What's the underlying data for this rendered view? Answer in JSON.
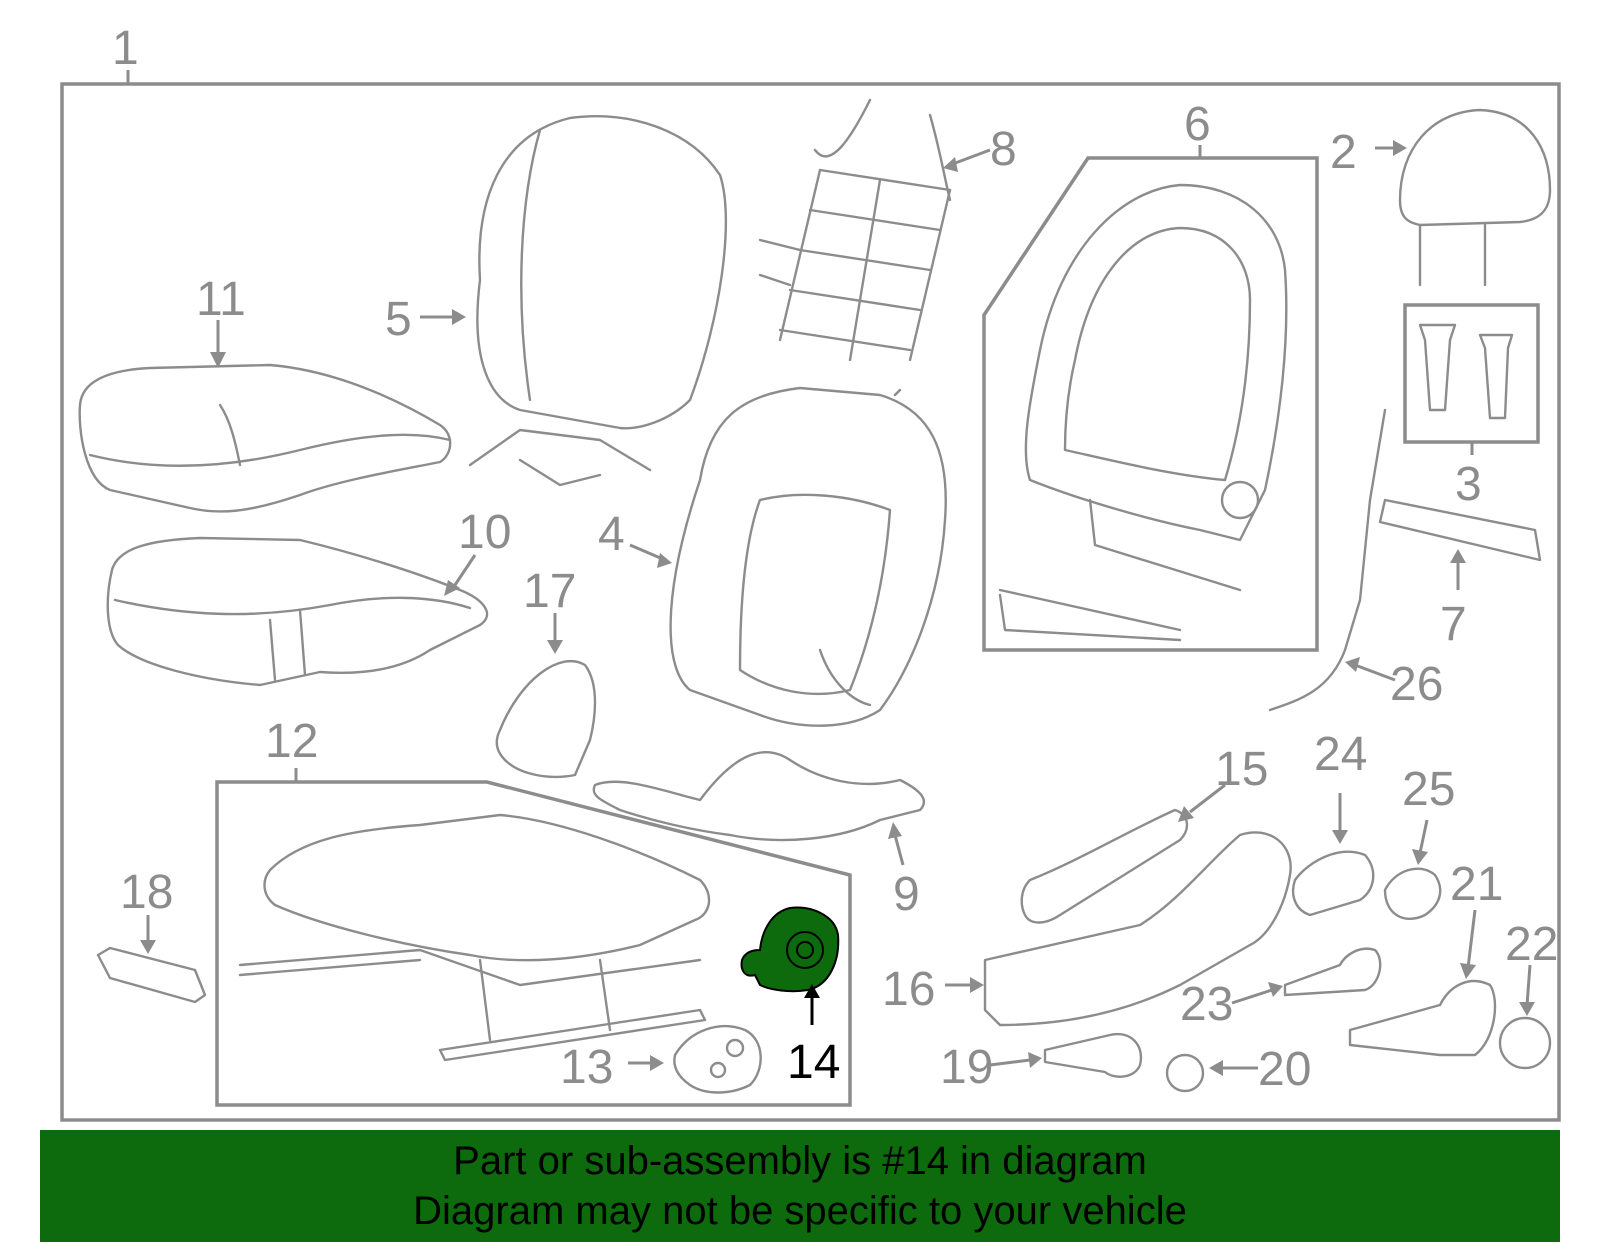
{
  "labels": {
    "p1": "1",
    "p2": "2",
    "p3": "3",
    "p4": "4",
    "p5": "5",
    "p6": "6",
    "p7": "7",
    "p8": "8",
    "p9": "9",
    "p10": "10",
    "p11": "11",
    "p12": "12",
    "p13": "13",
    "p14": "14",
    "p15": "15",
    "p16": "16",
    "p17": "17",
    "p18": "18",
    "p19": "19",
    "p20": "20",
    "p21": "21",
    "p22": "22",
    "p23": "23",
    "p24": "24",
    "p25": "25",
    "p26": "26"
  },
  "highlight": {
    "part": "14",
    "color": "#0d6a0d"
  },
  "banner": {
    "line1": "Part or sub-assembly is #14 in diagram",
    "line2": "Diagram may not be specific to your vehicle",
    "background": "#0d6a0d"
  }
}
